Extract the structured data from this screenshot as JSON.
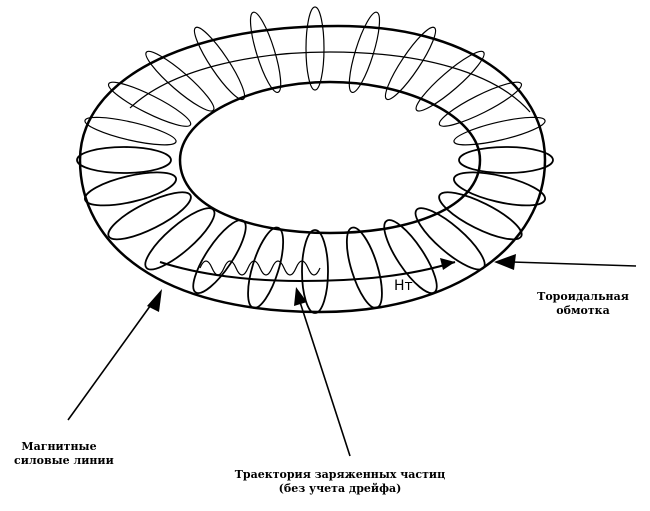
{
  "labels": {
    "field_symbol": "Hт",
    "winding_line1": "Тороидальная",
    "winding_line2": "обмотка",
    "field_lines_line1": "Магнитные",
    "field_lines_line2": "силовые линии",
    "trajectory_line1": "Траектория заряженных частиц",
    "trajectory_line2": "(без учета дрейфа)"
  },
  "colors": {
    "ink": "#000000",
    "torus_fill": "#ffffff",
    "background": "#ffffff"
  },
  "winding": {
    "coil_count": 24
  }
}
